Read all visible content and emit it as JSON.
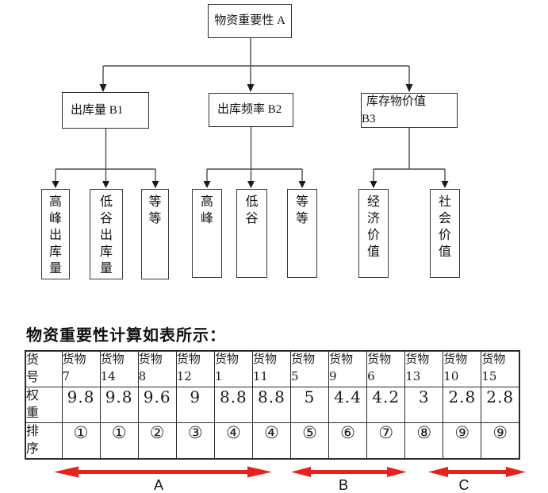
{
  "diagram": {
    "root": "物资重要性 A",
    "branches": [
      "出库量 B1",
      "出库频率 B2",
      "库存物价值\nB3"
    ],
    "leaves": [
      "高\n峰\n出\n库\n量",
      "低\n谷\n出\n库\n量",
      "等\n等",
      "高\n峰",
      "低\n谷",
      "等\n等",
      "经\n济\n价\n值",
      "社\n会\n价\n值"
    ]
  },
  "caption": "物资重要性计算如表所示：",
  "table": {
    "goods_prefix": "货物",
    "row_headers": [
      "货\n号",
      "权\n重",
      "排\n序"
    ],
    "columns": [
      {
        "id": "7",
        "weight": "9.8",
        "rank": "①"
      },
      {
        "id": "14",
        "weight": "9.8",
        "rank": "①"
      },
      {
        "id": "8",
        "weight": "9.6",
        "rank": "②"
      },
      {
        "id": "12",
        "weight": "9",
        "rank": "③"
      },
      {
        "id": "1",
        "weight": "8.8",
        "rank": "④"
      },
      {
        "id": "11",
        "weight": "8.8",
        "rank": "④"
      },
      {
        "id": "5",
        "weight": "5",
        "rank": "⑤"
      },
      {
        "id": "9",
        "weight": "4.4",
        "rank": "⑥"
      },
      {
        "id": "6",
        "weight": "4.2",
        "rank": "⑦"
      },
      {
        "id": "13",
        "weight": "3",
        "rank": "⑧"
      },
      {
        "id": "10",
        "weight": "2.8",
        "rank": "⑨"
      },
      {
        "id": "15",
        "weight": "2.8",
        "rank": "⑨"
      }
    ]
  },
  "legend": {
    "groups": [
      {
        "label": "A"
      },
      {
        "label": "B"
      },
      {
        "label": "C"
      }
    ],
    "arrow_color": "#e8211a"
  },
  "colors": {
    "line": "#4d4d4d",
    "arrowhead": "#1a1a1a",
    "border": "#2b2b2b"
  }
}
